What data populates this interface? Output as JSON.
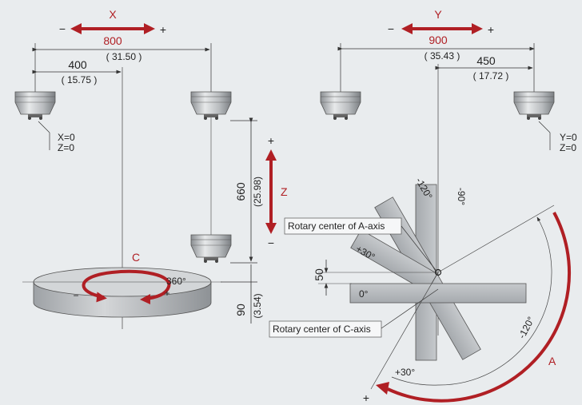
{
  "left_view": {
    "axis_label": "X",
    "minus": "−",
    "plus": "+",
    "dim_total": "800",
    "dim_total_in": "( 31.50 )",
    "dim_half": "400",
    "dim_half_in": "( 15.75 )",
    "origin_x": "X=0",
    "origin_z": "Z=0",
    "z_label": "Z",
    "z_plus": "+",
    "z_minus": "−",
    "z_travel": "660",
    "z_travel_in": "(25.98)",
    "table_gap": "90",
    "table_gap_in": "(3.54)",
    "c_label": "C",
    "c_angle": "360°",
    "c_minus": "−",
    "c_plus": "+"
  },
  "right_view": {
    "axis_label": "Y",
    "minus": "−",
    "plus": "+",
    "dim_total": "900",
    "dim_total_in": "( 35.43 )",
    "dim_half": "450",
    "dim_half_in": "( 17.72 )",
    "origin_y": "Y=0",
    "origin_z": "Z=0",
    "callout_a": "Rotary center of A-axis",
    "callout_c": "Rotary center of C-axis",
    "offset": "50",
    "angle_0": "0°",
    "angle_p30_tilt": "+30°",
    "angle_m90": "-90°",
    "angle_m120_tilt": "-120°",
    "angle_p30": "+30°",
    "angle_m120": "-120°",
    "a_label": "A",
    "a_plus": "+"
  },
  "colors": {
    "accent": "#b01f24",
    "background": "#e9ecee",
    "line": "#333333"
  }
}
